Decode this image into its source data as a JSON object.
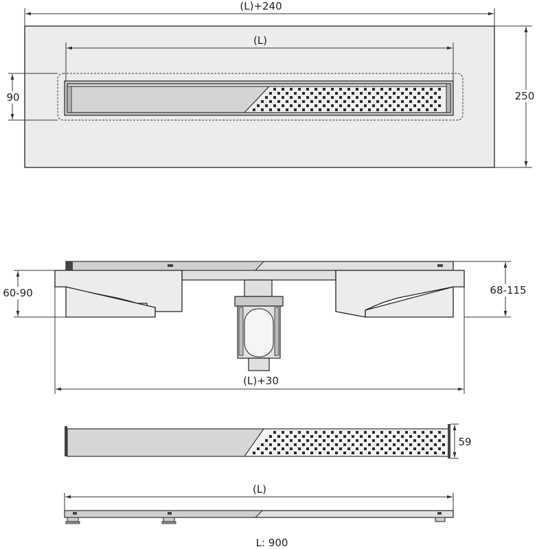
{
  "labels": {
    "top_overall_width": "(L)+240",
    "top_channel_length": "(L)",
    "top_height_left": "90",
    "top_height_right": "250",
    "side_left_height": "60-90",
    "side_right_height": "68-115",
    "side_overall_width": "(L)+30",
    "grate_height": "59",
    "bottom_length": "(L)",
    "length_note": "L: 900"
  },
  "colors": {
    "line": "#222222",
    "panel_fill": "#ececec",
    "steel": "#e0e0e0",
    "steel_dark": "#c9c9c9",
    "perforation": "#2b2b2b"
  }
}
